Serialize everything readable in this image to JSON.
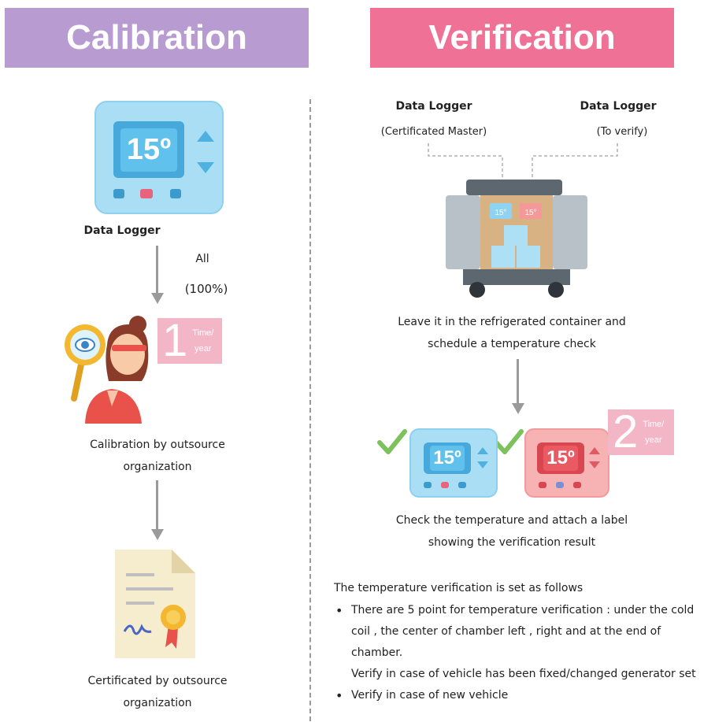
{
  "calibration": {
    "title": "Calibration",
    "device_label": "Data Logger",
    "device_reading": "15º",
    "scope_line1": "All",
    "scope_line2": "(100%)",
    "frequency": {
      "number": "1",
      "unit_line1": "Time/",
      "unit_line2": "year"
    },
    "step1_line1": "Calibration by outsource",
    "step1_line2": "organization",
    "step2_line1": "Certificated by outsource",
    "step2_line2": "organization"
  },
  "verification": {
    "title": "Verification",
    "master_title": "Data Logger",
    "master_sub": "(Certificated Master)",
    "target_title": "Data Logger",
    "target_sub": "(To verify)",
    "container_line1": "Leave it in the refrigerated container and",
    "container_line2": "schedule a temperature check",
    "device_reading": "15º",
    "frequency": {
      "number": "2",
      "unit_line1": "Time/",
      "unit_line2": "year"
    },
    "check_line1": "Check the temperature and attach a label",
    "check_line2": "showing the verification result",
    "notes_heading": "The temperature verification is set as follows",
    "notes": {
      "point1": "There are 5 point for temperature verification : under the cold coil , the center of chamber left , right and at the end of chamber.",
      "point1_extra": "Verify in case of vehicle has been fixed/changed generator set",
      "point2": "Verify in case of new vehicle"
    }
  },
  "colors": {
    "calibration_banner": "#b89bd0",
    "verification_banner": "#ef7196",
    "device_blue": "#8fd3f2",
    "device_red": "#f5989a",
    "badge_pink": "#f2b6c6",
    "check_green": "#7cc15c"
  },
  "icons": [
    "thermostat-icon",
    "inspector-magnifier-icon",
    "certificate-icon",
    "truck-container-icon",
    "checkmark-icon"
  ]
}
